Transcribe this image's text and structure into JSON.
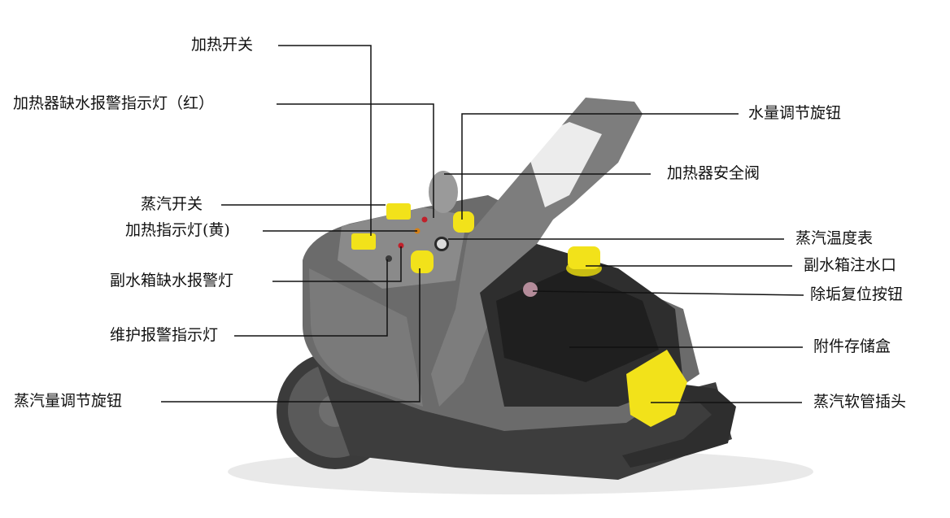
{
  "labels": {
    "heating_switch": "加热开关",
    "heater_low_water_alarm_red": "加热器缺水报警指示灯（红）",
    "steam_switch": "蒸汽开关",
    "heating_indicator_yellow": "加热指示灯(黄)",
    "aux_tank_low_water_alarm": "副水箱缺水报警灯",
    "maintenance_alarm_indicator": "维护报警指示灯",
    "steam_volume_knob": "蒸汽量调节旋钮",
    "water_volume_knob": "水量调节旋钮",
    "heater_safety_valve": "加热器安全阀",
    "steam_thermometer": "蒸汽温度表",
    "aux_tank_fill_port": "副水箱注水口",
    "descale_reset_button": "除垢复位按钮",
    "accessory_storage_box": "附件存储盒",
    "steam_hose_plug": "蒸汽软管插头"
  },
  "colors": {
    "body_dark": "#4a4a4a",
    "body_mid": "#6b6b6b",
    "body_light": "#8a8a8a",
    "accent_yellow": "#f2e21a",
    "line": "#111111"
  }
}
